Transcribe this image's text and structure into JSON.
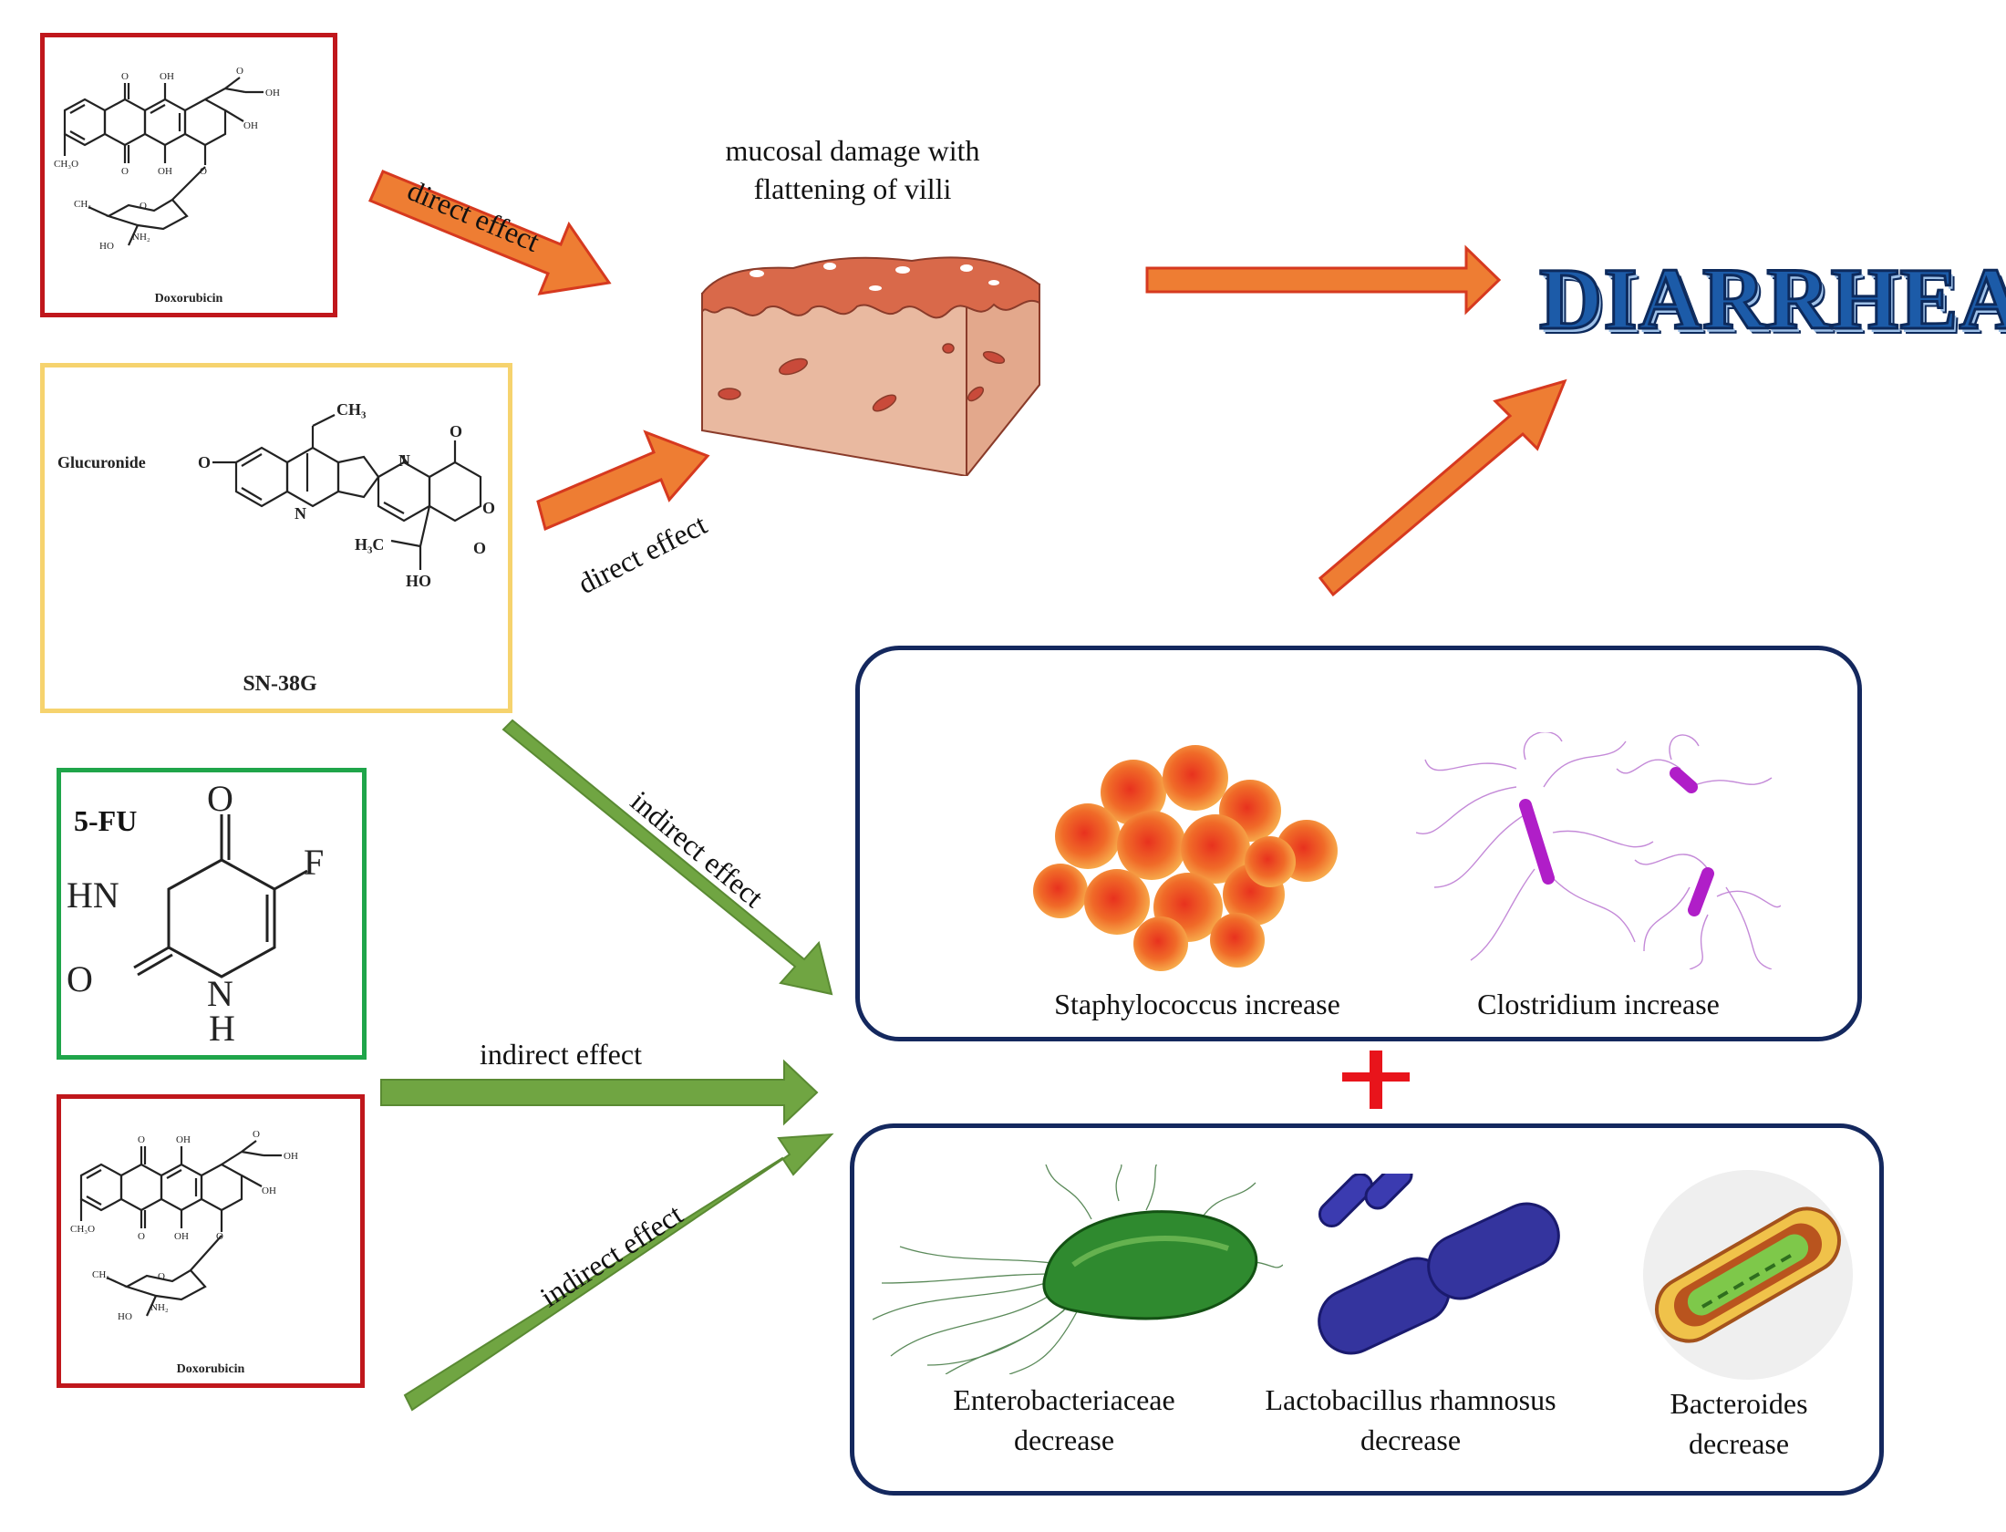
{
  "compounds": {
    "doxorubicin_top": {
      "name": "Doxorubicin",
      "border": "#c0171c"
    },
    "sn38g": {
      "name": "SN-38G",
      "substituent": "Glucuronide",
      "border": "#f6d36e"
    },
    "fu": {
      "name": "5-FU",
      "border": "#1fa54a"
    },
    "doxorubicin_bottom": {
      "name": "Doxorubicin",
      "border": "#c0171c"
    }
  },
  "edges": {
    "direct_1": "direct effect",
    "direct_2": "direct effect",
    "indirect_1": "indirect effect",
    "indirect_2": "indirect effect",
    "indirect_3": "indirect effect"
  },
  "mucosa": {
    "caption_line1": "mucosal damage with",
    "caption_line2": "flattening of villi"
  },
  "outcome": "DIARRHEA",
  "increase_panel": {
    "items": [
      {
        "label": "Staphylococcus increase"
      },
      {
        "label": "Clostridium increase"
      }
    ]
  },
  "decrease_panel": {
    "items": [
      {
        "line1": "Enterobacteriaceae",
        "line2": "decrease"
      },
      {
        "line1": "Lactobacillus rhamnosus",
        "line2": "decrease"
      },
      {
        "line1": "Bacteroides",
        "line2": "decrease"
      }
    ]
  },
  "colors": {
    "direct_arrow": "#ee7d33",
    "indirect_arrow": "#70a542",
    "panel_border": "#14285e",
    "inhibit": "#e8141b",
    "diarrhea_text": "#1c5ba8"
  }
}
